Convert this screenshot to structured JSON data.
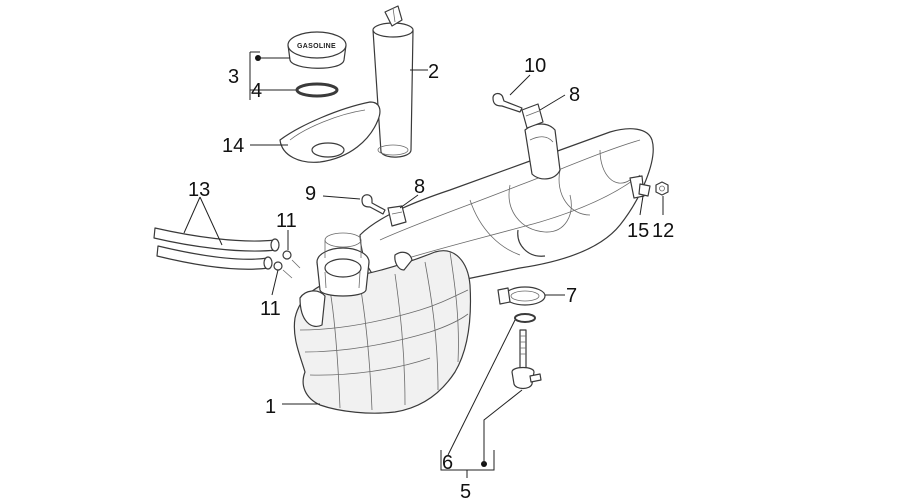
{
  "diagram": {
    "callouts": [
      {
        "id": "1",
        "label": "1"
      },
      {
        "id": "2",
        "label": "2"
      },
      {
        "id": "3",
        "label": "3"
      },
      {
        "id": "4",
        "label": "4"
      },
      {
        "id": "5",
        "label": "5"
      },
      {
        "id": "6",
        "label": "6"
      },
      {
        "id": "7",
        "label": "7"
      },
      {
        "id": "8a",
        "label": "8"
      },
      {
        "id": "8b",
        "label": "8"
      },
      {
        "id": "9",
        "label": "9"
      },
      {
        "id": "10",
        "label": "10"
      },
      {
        "id": "11a",
        "label": "11"
      },
      {
        "id": "11b",
        "label": "11"
      },
      {
        "id": "12",
        "label": "12"
      },
      {
        "id": "13",
        "label": "13"
      },
      {
        "id": "14",
        "label": "14"
      },
      {
        "id": "15",
        "label": "15"
      }
    ],
    "cap_text": "GASOLINE"
  }
}
